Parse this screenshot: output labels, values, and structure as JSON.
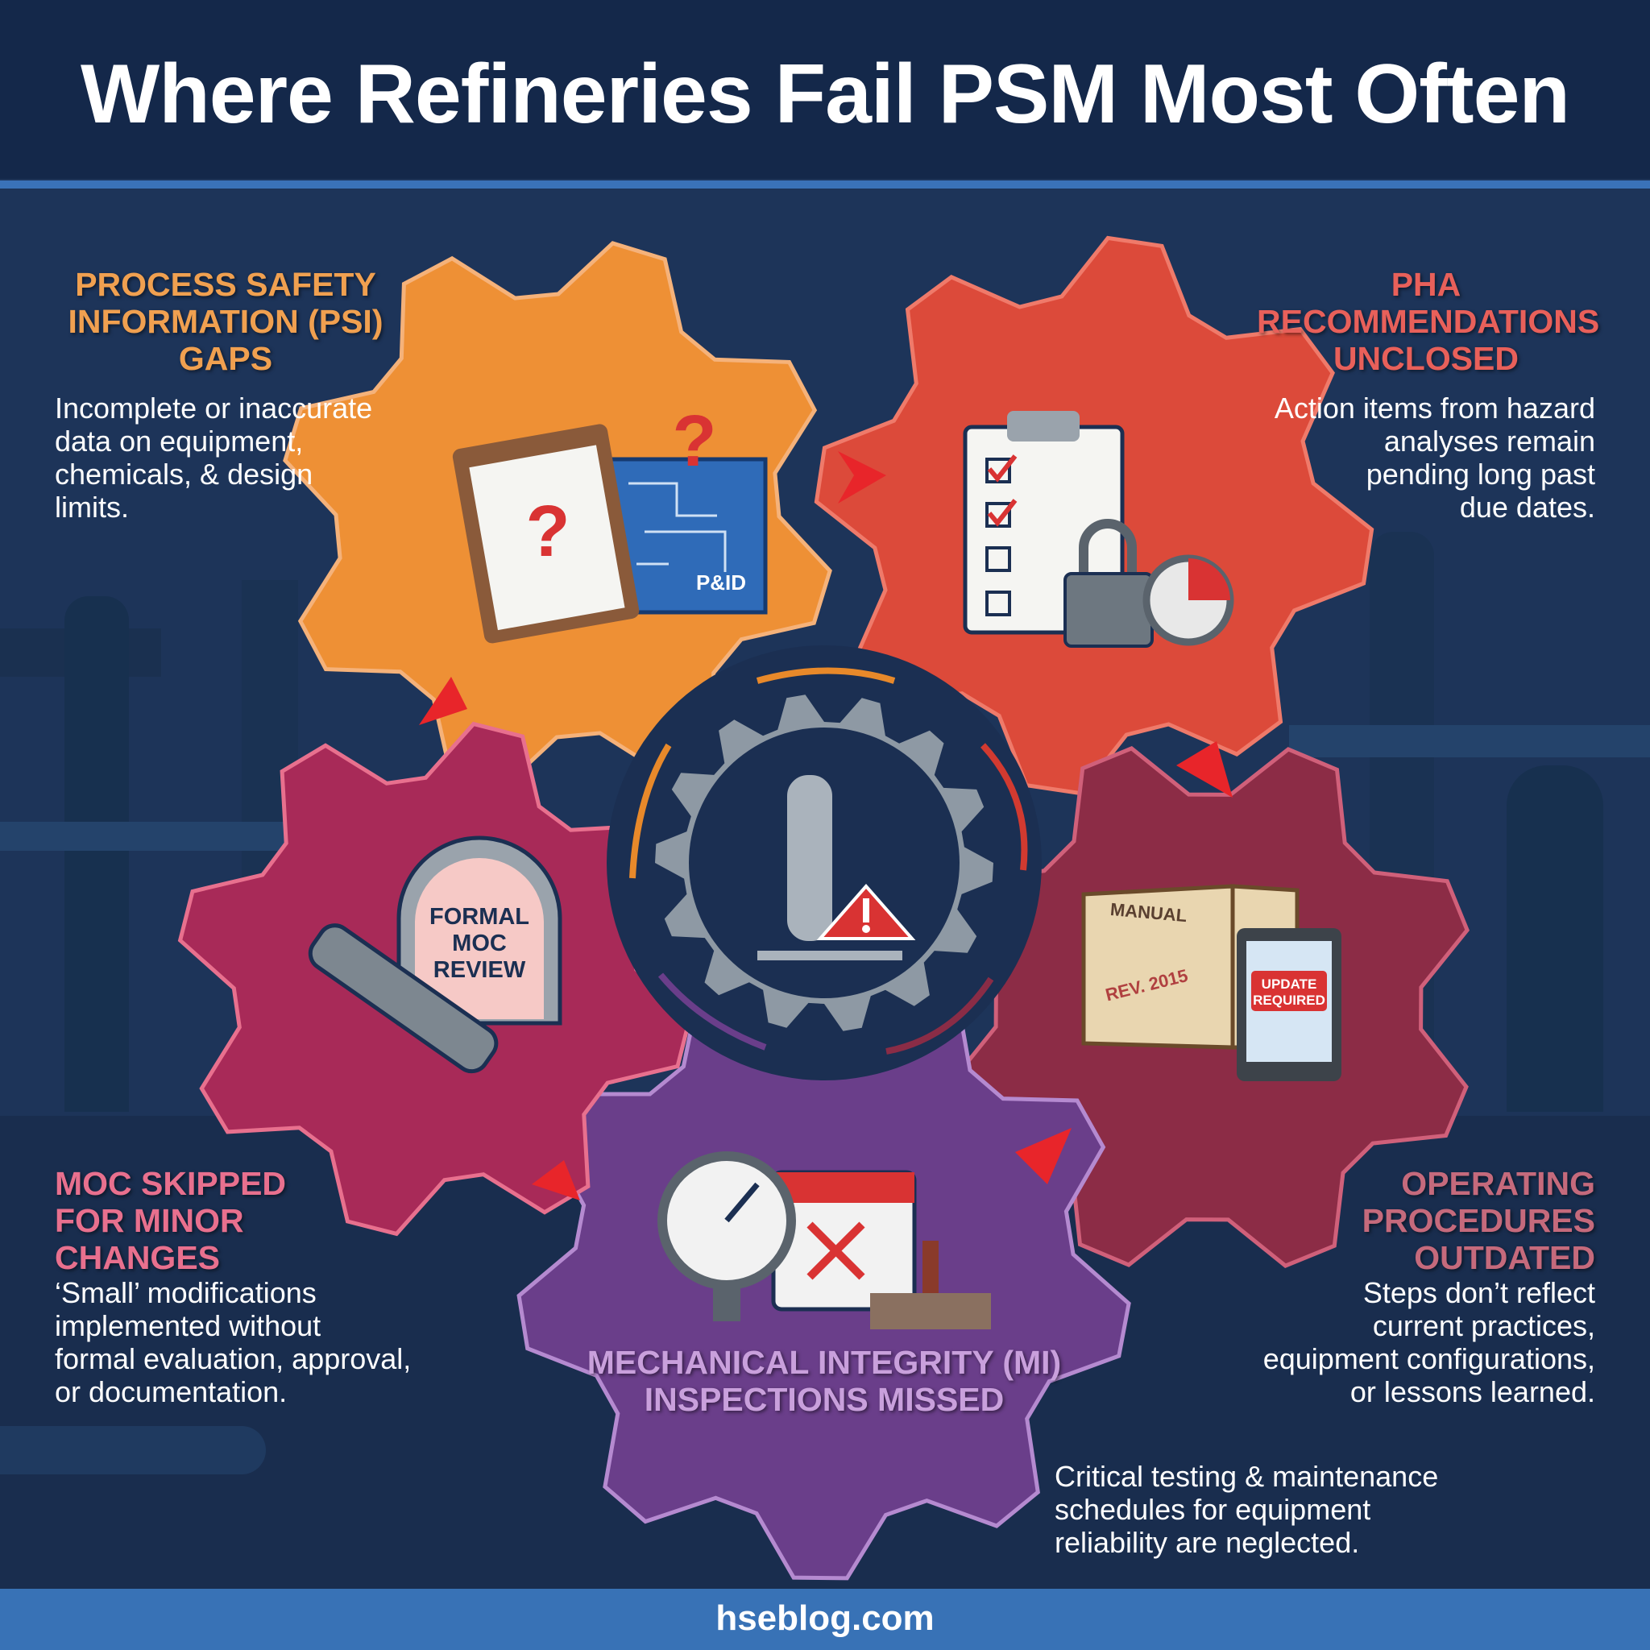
{
  "title": "Where Refineries Fail PSM Most Often",
  "footer": "hseblog.com",
  "colors": {
    "background": "#1d3459",
    "header": "#14284a",
    "footer": "#3872b6",
    "psi": "#ee9035",
    "pha": "#dc4a3a",
    "operating": "#8c2c46",
    "mi": "#6a3e8a",
    "moc": "#a82a58",
    "center": "#8e99a4"
  },
  "sections": {
    "psi": {
      "heading": "PROCESS SAFETY\nINFORMATION (PSI)\nGAPS",
      "body": "Incomplete or inaccurate\ndata on equipment,\nchemicals, & design\nlimits.",
      "icon_label": "P&ID"
    },
    "pha": {
      "heading": "PHA\nRECOMMENDATIONS\nUNCLOSED",
      "body": "Action items from hazard\nanalyses remain\npending long past\ndue dates."
    },
    "operating": {
      "heading": "OPERATING\nPROCEDURES\nOUTDATED",
      "body": "Steps don’t reflect\ncurrent practices,\nequipment configurations,\nor lessons learned.",
      "manual_label": "MANUAL",
      "stamp_label": "REV. 2015",
      "tablet_label_1": "UPDATE",
      "tablet_label_2": "REQUIRED"
    },
    "mi": {
      "heading": "MECHANICAL INTEGRITY (MI)\nINSPECTIONS MISSED",
      "body": "Critical testing & maintenance\nschedules for equipment\nreliability are neglected."
    },
    "moc": {
      "heading": "MOC SKIPPED\nFOR MINOR\nCHANGES",
      "body": "‘Small’ modifications\nimplemented without\nformal evaluation, approval,\nor documentation.",
      "gate_label_1": "FORMAL",
      "gate_label_2": "MOC",
      "gate_label_3": "REVIEW"
    }
  }
}
